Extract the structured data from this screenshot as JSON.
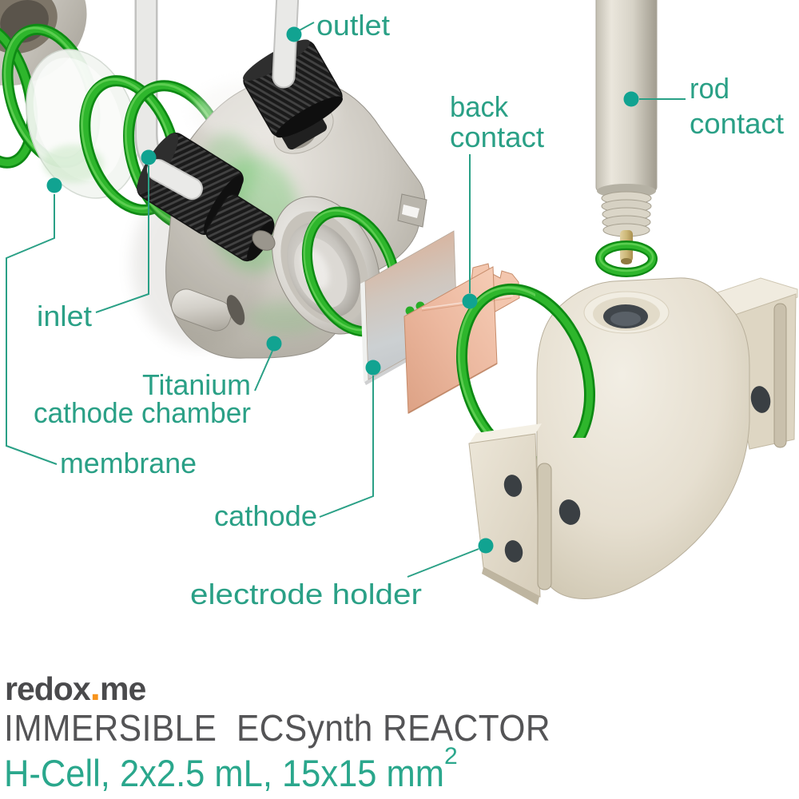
{
  "colors": {
    "label_teal": "#2aa086",
    "dot_teal": "#11a391",
    "subtitle_teal": "#2aa78c",
    "title_gray": "#545456",
    "logo_gray": "#4a4a4c",
    "logo_orange": "#f7941e",
    "oring_green": "#2eb62c",
    "copper": "#ecb89f",
    "titanium_gray": "#cdc9c1",
    "holder_cream": "#e6dfd0"
  },
  "labels": {
    "outlet": {
      "text": "outlet"
    },
    "rod_contact": {
      "line1": "rod",
      "line2": "contact"
    },
    "back_contact": {
      "line1": "back",
      "line2": "contact"
    },
    "inlet": {
      "text": "inlet"
    },
    "titanium_chamber": {
      "line1": "Titanium",
      "line2": "cathode chamber"
    },
    "membrane": {
      "text": "membrane"
    },
    "cathode": {
      "text": "cathode"
    },
    "electrode_holder": {
      "text": "electrode holder"
    }
  },
  "branding": {
    "logo_prefix": "redox",
    "logo_dot": ".",
    "logo_suffix": "me",
    "title": "IMMERSIBLE  ECSynth REACTOR",
    "subtitle_main": "H-Cell, 2x2.5 mL, 15x15 mm",
    "subtitle_superscript": "2"
  }
}
